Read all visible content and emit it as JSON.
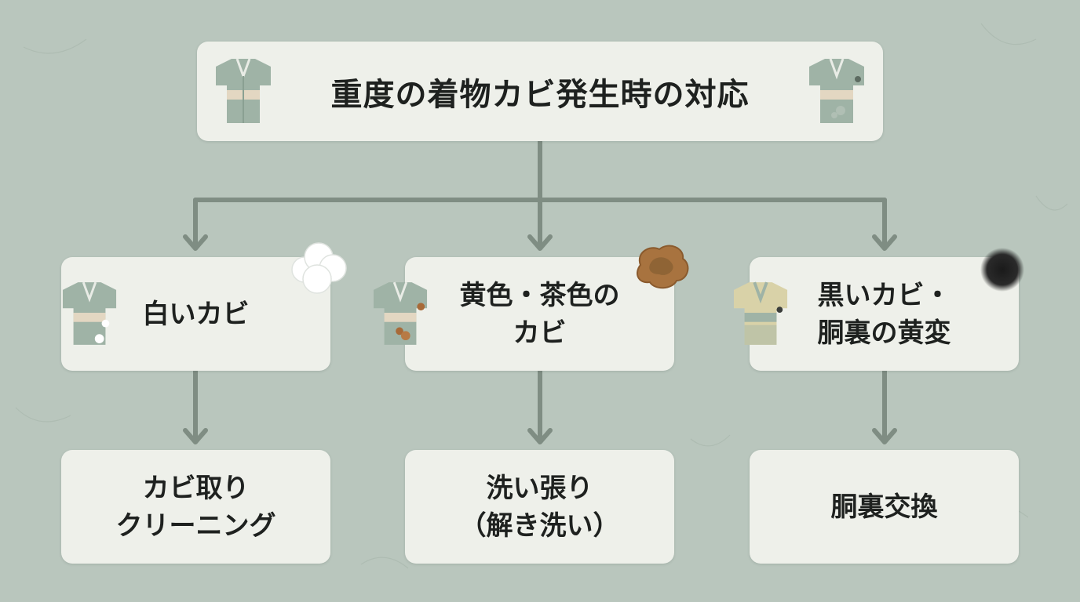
{
  "title": "重度の着物カビ発生時の対応",
  "categories": [
    {
      "label": "白いカビ",
      "result": "カビ取り\nクリーニング"
    },
    {
      "label": "黄色・茶色の\nカビ",
      "result": "洗い張り\n（解き洗い）"
    },
    {
      "label": "黒いカビ・\n胴裏の黄変",
      "result": "胴裏交換"
    }
  ],
  "icons": [
    "kimono-icon",
    "kimono-mold-icon",
    "white-mold-cloud-icon",
    "brown-stain-icon",
    "black-mold-spot-icon"
  ],
  "colors": {
    "background": "#b9c6bd",
    "box": "#eef0ea",
    "connector": "#7f8d83",
    "kimono": "#9fb3a6"
  }
}
